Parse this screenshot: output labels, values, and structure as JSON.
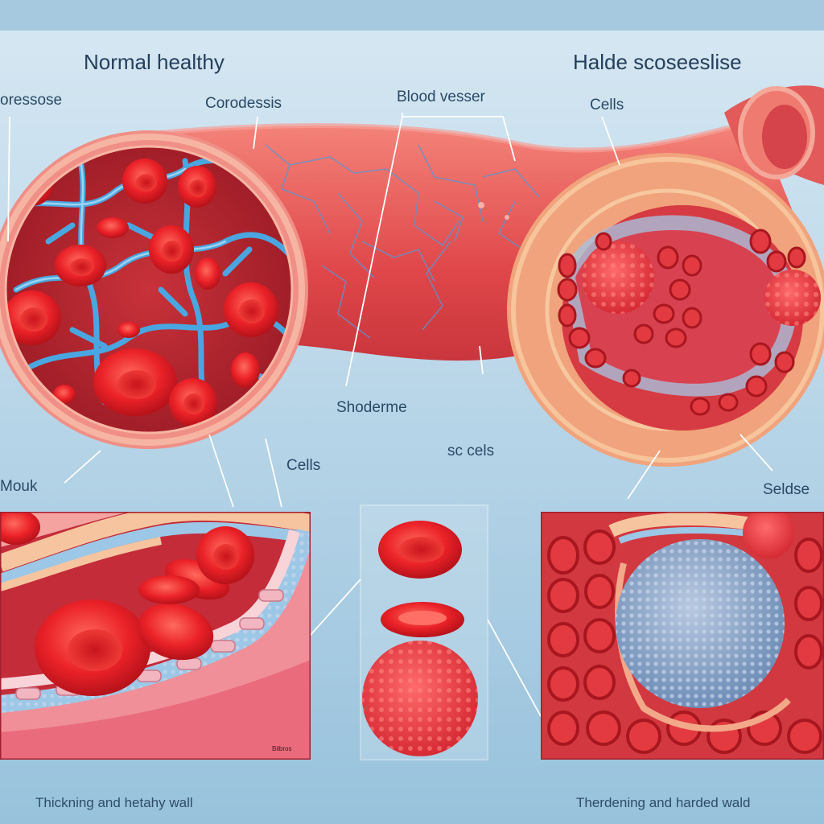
{
  "headings": {
    "left": "Normal healthy",
    "right": "Halde scoseeslise"
  },
  "labels": {
    "top_left_edge": "oressose",
    "cordessis": "Corodessis",
    "blood_vessel": "Blood vesser",
    "cells_right": "Cells",
    "shoderme": "Shoderme",
    "sc_cels": "sc cels",
    "cells_mid": "Cells",
    "mouk": "Mouk",
    "seldse": "Seldse",
    "tiny_mark": "Bilbros"
  },
  "captions": {
    "left": "Thickning and hetahy wall",
    "right": "Therdening and harded wald"
  },
  "colors": {
    "background_top": "#d3e6f2",
    "background_bottom": "#9fc6dd",
    "vessel": "#e04a4a",
    "vessel_highlight": "#f27a72",
    "cell": "#e8222a",
    "vein": "#4aa6e0",
    "wall": "#f0a37c",
    "plaque": "#7e9cc4"
  }
}
